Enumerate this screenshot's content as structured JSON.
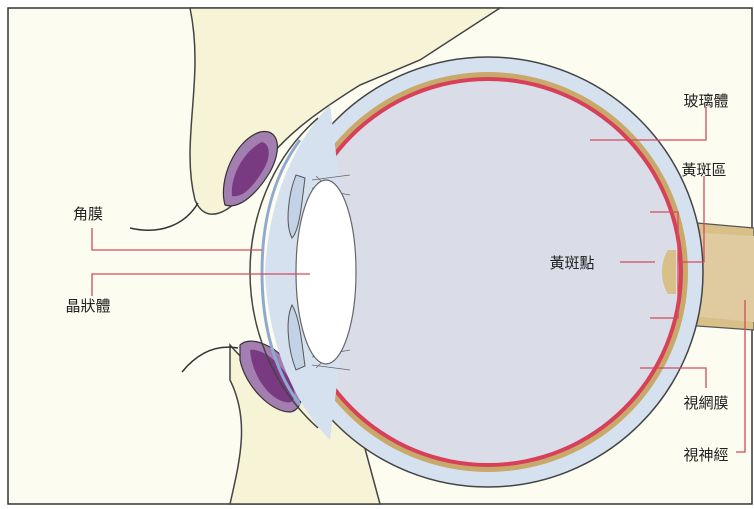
{
  "labels": {
    "vitreous": "玻璃體",
    "macula": "黃斑區",
    "cornea": "角膜",
    "fovea": "黃斑點",
    "lens": "晶狀體",
    "retina": "視網膜",
    "optic_nerve": "視神經"
  },
  "colors": {
    "background": "#fdfcf0",
    "skin": "#f7f3d6",
    "eye_outer": "#d6e1f0",
    "eye_interior": "#dadce8",
    "choroid": "#c8a96a",
    "retina": "#d8405a",
    "lens": "#ffffff",
    "nerve": "#d8c088",
    "gland": "#7a3a82",
    "leader_line": "#d24b5a"
  }
}
